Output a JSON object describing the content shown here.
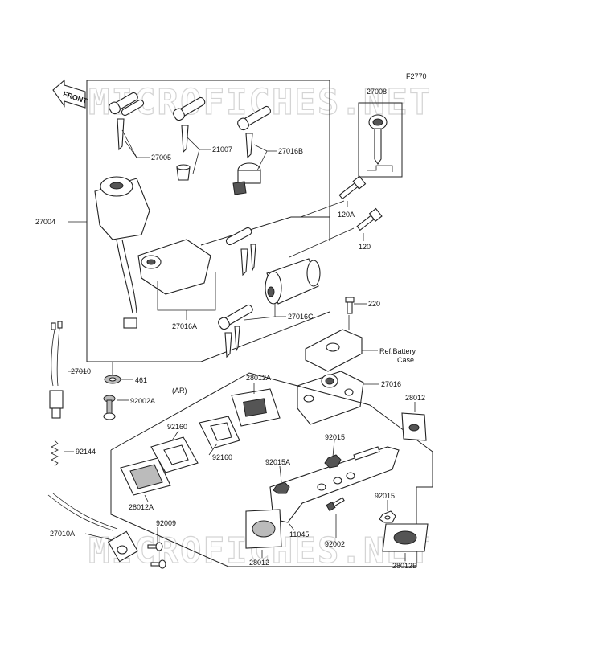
{
  "diagram": {
    "figure_code": "F2770",
    "watermark": "MICROFICHES.NET",
    "front_label": "FRONT",
    "ar_note": "(AR)",
    "ref_note": [
      "Ref.Battery",
      "Case"
    ],
    "parts": {
      "p27008": "27008",
      "p27005": "27005",
      "p21007": "21007",
      "p27016B": "27016B",
      "p27004": "27004",
      "p120A": "120A",
      "p120": "120",
      "p27016A": "27016A",
      "p27016C": "27016C",
      "p220": "220",
      "p27010": "27010",
      "p461": "461",
      "p92002A": "92002A",
      "p28012A_top": "28012A",
      "p27016": "27016",
      "p28012_right": "28012",
      "p92160_a": "92160",
      "p92160_b": "92160",
      "p92015_top": "92015",
      "p92144": "92144",
      "p92015A": "92015A",
      "p28012A_left": "28012A",
      "p92015_right": "92015",
      "p92009": "92009",
      "p27010A": "27010A",
      "p11045": "11045",
      "p92002": "92002",
      "p28012_bottom": "28012",
      "p28012B": "28012B"
    }
  }
}
